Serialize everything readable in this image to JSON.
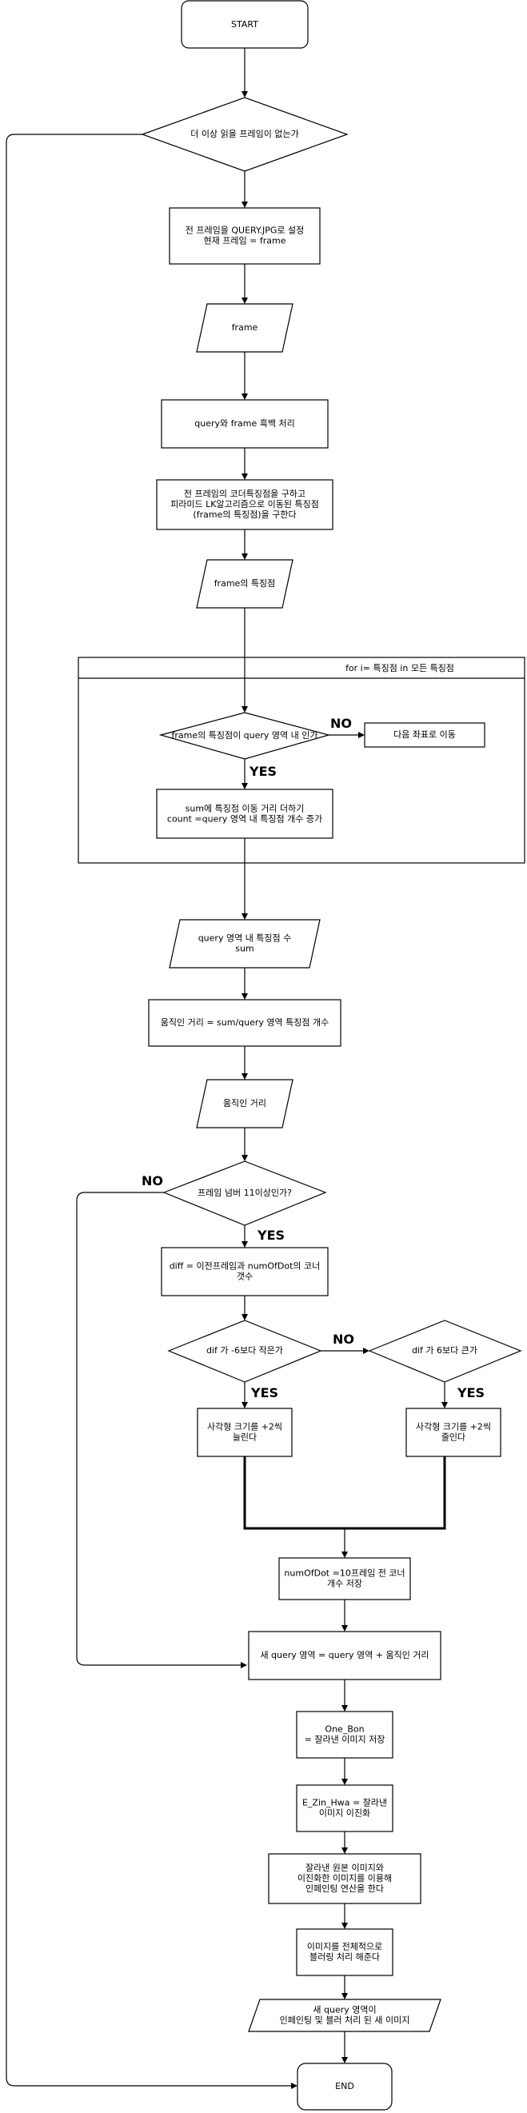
{
  "nodes": {
    "start": [
      "START"
    ],
    "no_frame_check": [
      "더 이상 읽을 프레임이 없는가"
    ],
    "set_query": [
      "전 프레임을 QUERY.JPG로 설정",
      "현재 프레임 = frame"
    ],
    "frame_io": [
      "frame"
    ],
    "grayscale": [
      "query와 frame 흑백 처리"
    ],
    "corners": [
      "전 프레임의 코더특징점을 구하고",
      "피라미드 LK알고리즘으로 이동된 특징점",
      "(frame의 특징점)을 구한다"
    ],
    "frame_features": [
      "frame의 특징점"
    ],
    "loop_header": [
      "for i= 특징점 in 모든 특징점"
    ],
    "in_query_check": [
      "frame의 특징점이 query 영역 내 인가"
    ],
    "next_coord": [
      "다음 좌표로 이동"
    ],
    "accumulate": [
      "sum에 특징점 이동 거리 더하기",
      "count =query 영역 내 특징점 개수 증가"
    ],
    "count_sum_io": [
      "query 영역 내 특징점 수",
      "sum"
    ],
    "movement_calc": [
      "움직인 거리  = sum/query 영역 특징점 개수"
    ],
    "movement_io": [
      "움직인 거리"
    ],
    "frame_num_check": [
      "프레임 넘버 11이상인가?"
    ],
    "diff_calc": [
      "diff = 이전프레임과 numOfDot의 코너",
      "갯수"
    ],
    "diff_low_check": [
      "dif 가 -6보다 작은가"
    ],
    "diff_high_check": [
      "dif 가 6보다 큰가"
    ],
    "grow_rect": [
      "사각형 크기를 +2씩",
      "늘린다"
    ],
    "shrink_rect": [
      "사각형 크기를 +2씩",
      "줄인다"
    ],
    "save_corners": [
      "numOfDot =10프레임 전 코너",
      "개수 저장"
    ],
    "new_query": [
      "새 query 영역 = query 영역 + 움직인 거리"
    ],
    "one_bon": [
      "One_Bon",
      "= 잘라낸 이미지 저장"
    ],
    "binarize": [
      "E_Zin_Hwa = 잘라낸",
      "이미지 이진화"
    ],
    "inpaint": [
      "잘라낸 원본 이미지와",
      "이진화한 이미지를 이용해",
      "인페인팅 연산을 한다"
    ],
    "blur": [
      "이미지를 전체적으로",
      "블러링 처리 해준다"
    ],
    "result_io": [
      "새 query 영역이",
      "인페인팅 및 블러 처리 된 새 이미지"
    ],
    "end": [
      "END"
    ]
  },
  "edge_labels": {
    "loop_no": "NO",
    "loop_yes": "YES",
    "frame_no": "NO",
    "frame_yes": "YES",
    "low_no": "NO",
    "low_yes": "YES",
    "high_yes": "YES"
  }
}
